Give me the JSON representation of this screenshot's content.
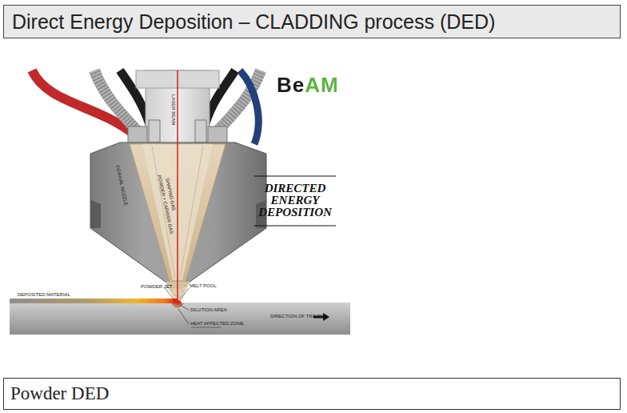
{
  "diagram": {
    "title": "Direct Energy Deposition – CLADDING process (DED)",
    "nodes": [
      {
        "text": [
          "Powder DED"
        ]
      }
    ],
    "labels": [
      "BeAM",
      "LASER BEAM",
      "SHAPING GAS",
      "POWDER + CARRIER GAS",
      "COAXIAL NOZZLE",
      "DIRECTED ENERGY DEPOSITION",
      "POWDER JET",
      "MELT POOL",
      "DEPOSITED MATERIAL",
      "DILUTION AREA",
      "HEAT AFFECTED ZONE",
      "DIRECTION OF TRAVEL"
    ]
  }
}
